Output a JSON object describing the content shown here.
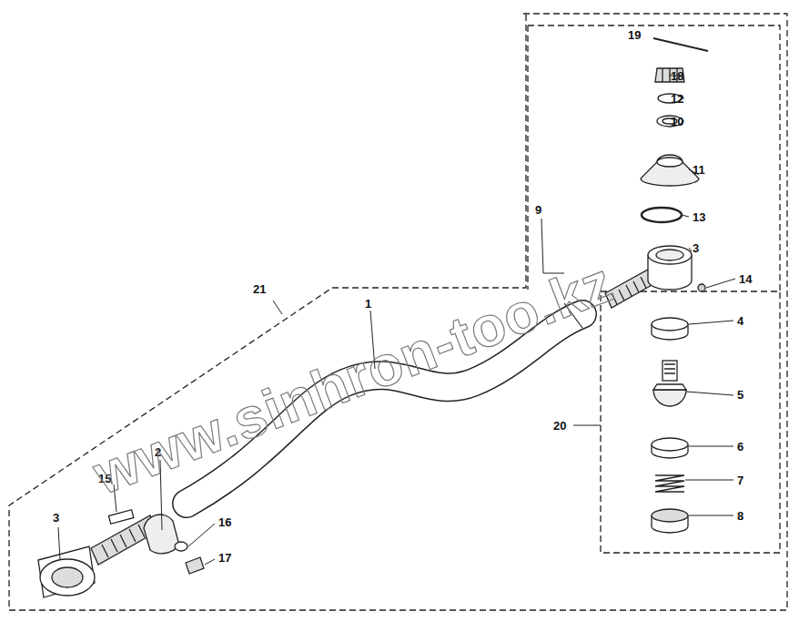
{
  "diagram": {
    "labels": [
      "19",
      "18",
      "12",
      "10",
      "11",
      "13",
      "3",
      "14",
      "4",
      "5",
      "6",
      "7",
      "8",
      "20",
      "21",
      "9",
      "1",
      "2",
      "15",
      "16",
      "17",
      "3",
      "www.sinhron-too.kz"
    ]
  }
}
